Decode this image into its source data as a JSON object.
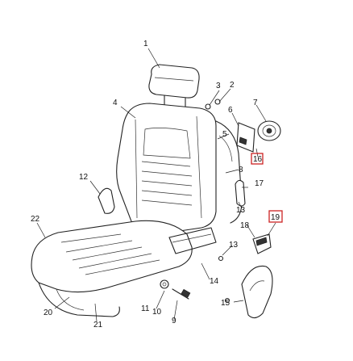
{
  "colors": {
    "line": "#222222",
    "highlight": "#cc2222",
    "background": "#ffffff"
  },
  "callouts": [
    {
      "id": "c1",
      "text": "1"
    },
    {
      "id": "c2",
      "text": "2"
    },
    {
      "id": "c3",
      "text": "3"
    },
    {
      "id": "c4",
      "text": "4"
    },
    {
      "id": "c5",
      "text": "5"
    },
    {
      "id": "c6",
      "text": "6"
    },
    {
      "id": "c7",
      "text": "7"
    },
    {
      "id": "c8",
      "text": "8"
    },
    {
      "id": "c9",
      "text": "9"
    },
    {
      "id": "c10",
      "text": "10"
    },
    {
      "id": "c11",
      "text": "11"
    },
    {
      "id": "c12",
      "text": "12"
    },
    {
      "id": "c13a",
      "text": "13"
    },
    {
      "id": "c13b",
      "text": "13"
    },
    {
      "id": "c14",
      "text": "14"
    },
    {
      "id": "c15",
      "text": "15"
    },
    {
      "id": "c16",
      "text": "16"
    },
    {
      "id": "c17",
      "text": "17"
    },
    {
      "id": "c18",
      "text": "18"
    },
    {
      "id": "c19",
      "text": "19"
    },
    {
      "id": "c20",
      "text": "20"
    },
    {
      "id": "c21",
      "text": "21"
    },
    {
      "id": "c22",
      "text": "22"
    }
  ],
  "highlighted": [
    "16",
    "19"
  ]
}
